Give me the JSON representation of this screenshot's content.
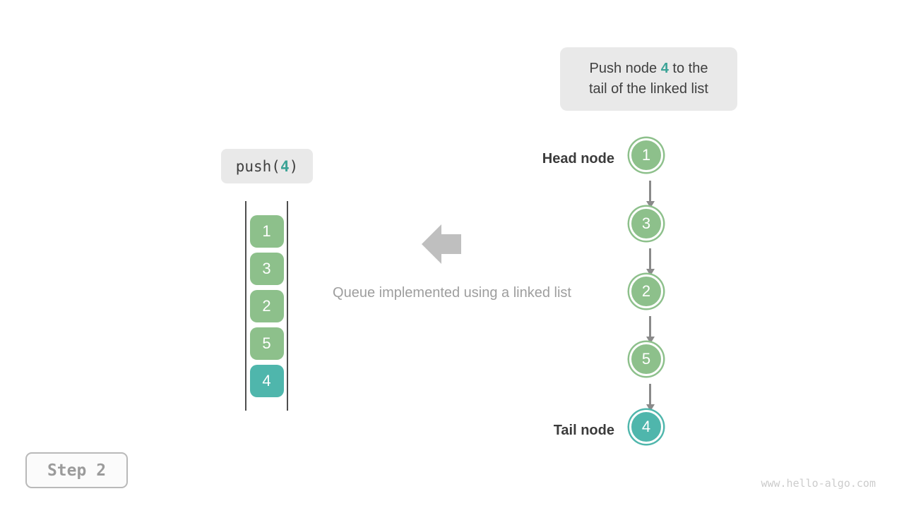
{
  "colors": {
    "node_green": "#8dc08b",
    "node_teal": "#4fb6ac",
    "highlight_text_teal": "#3ba396",
    "label_box_gray": "#e9e9e9",
    "big_arrow_gray": "#bfbfbf",
    "connector_gray": "#8a8a8a",
    "muted_text_gray": "#9e9e9e",
    "dark_text": "#3f3f3f",
    "watermark_gray": "#cccccc"
  },
  "callout": {
    "line1_prefix": "Push node ",
    "highlight": "4",
    "line1_suffix": " to the",
    "line2": "tail of the linked list"
  },
  "push_label": {
    "prefix": "push(",
    "arg": "4",
    "suffix": ")"
  },
  "queue": {
    "items": [
      {
        "value": "1",
        "highlight": false
      },
      {
        "value": "3",
        "highlight": false
      },
      {
        "value": "2",
        "highlight": false
      },
      {
        "value": "5",
        "highlight": false
      },
      {
        "value": "4",
        "highlight": true
      }
    ]
  },
  "caption": {
    "text": "Queue implemented using a linked list"
  },
  "linked_list": {
    "head_label": "Head node",
    "tail_label": "Tail node",
    "nodes": [
      {
        "value": "1",
        "highlight": false
      },
      {
        "value": "3",
        "highlight": false
      },
      {
        "value": "2",
        "highlight": false
      },
      {
        "value": "5",
        "highlight": false
      },
      {
        "value": "4",
        "highlight": true
      }
    ]
  },
  "step": {
    "label": "Step 2"
  },
  "watermark": {
    "text": "www.hello-algo.com"
  }
}
